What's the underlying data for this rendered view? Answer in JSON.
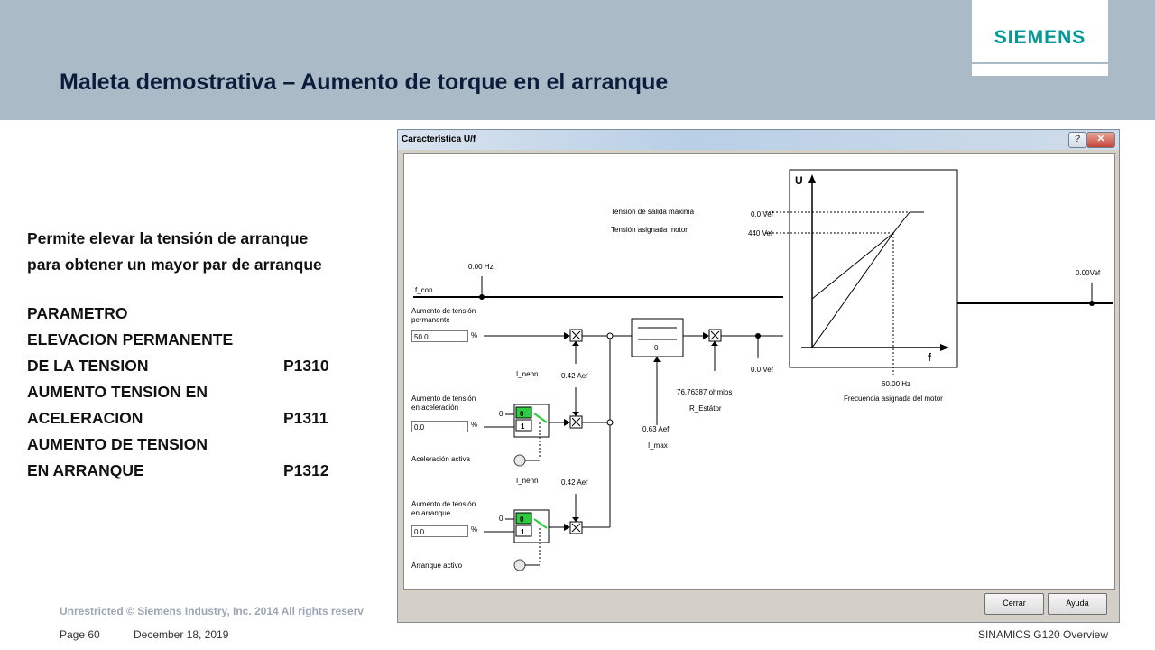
{
  "slide": {
    "title": "Maleta demostrativa – Aumento de torque en el arranque",
    "logo": "SIEMENS",
    "intro_line1": "Permite elevar la tensión de arranque",
    "intro_line2": "para obtener un mayor par de arranque",
    "param_header": "PARAMETRO",
    "rows": [
      {
        "label": "ELEVACION PERMANENTE",
        "code": ""
      },
      {
        "label": "DE LA TENSION",
        "code": "P1310"
      },
      {
        "label": "AUMENTO TENSION EN",
        "code": ""
      },
      {
        "label": "ACELERACION",
        "code": "P1311"
      },
      {
        "label": "AUMENTO DE TENSION",
        "code": ""
      },
      {
        "label": "EN ARRANQUE",
        "code": "P1312"
      }
    ]
  },
  "footer": {
    "unrestricted": "Unrestricted © Siemens Industry, Inc. 2014  All rights reserv",
    "page": "Page 60",
    "date": "December 18, 2019",
    "product": "SINAMICS G120 Overview"
  },
  "dialog": {
    "title": "Característica U/f",
    "help_btn": "?",
    "close_btn": "✕",
    "cerrar": "Cerrar",
    "ayuda": "Ayuda",
    "fields": {
      "permanente_value": "50.0",
      "aceleracion_value": "0.0",
      "arranque_value": "0.0",
      "unit": "%"
    },
    "labels": {
      "f_con": "f_con",
      "f_con_value": "0.00 Hz",
      "perm_title_1": "Aumento de tensión",
      "perm_title_2": "permanente",
      "acel_title_1": "Aumento de tensión",
      "acel_title_2": "en aceleración",
      "arr_title_1": "Aumento de tensión",
      "arr_title_2": "en arranque",
      "acel_activa": "Aceleración activa",
      "arr_activo": "Arranque activo",
      "i_nenn_1": "I_nenn",
      "i_nenn_2": "I_nenn",
      "aef_1": "0.42 Aef",
      "aef_2": "0.42 Aef",
      "zero_1": "0",
      "zero_2": "0",
      "limiter_zero": "0",
      "i_max_value": "0.63 Aef",
      "i_max": "I_max",
      "r_value": "76.76387 ohmios",
      "r_estator": "R_Estátor",
      "out_vef": "0.0 Vef",
      "u_axis": "U",
      "f_axis": "f",
      "ts_max": "Tensión de salida máxima",
      "ts_motor": "Tensión asignada motor",
      "ts_max_value": "0.0 Vef",
      "ts_motor_value": "440 Vef",
      "freq_value": "60.00 Hz",
      "freq_label": "Frecuencia asignada del motor",
      "final_vef": "0.00Vef",
      "sw_0": "0",
      "sw_1": "1"
    }
  }
}
